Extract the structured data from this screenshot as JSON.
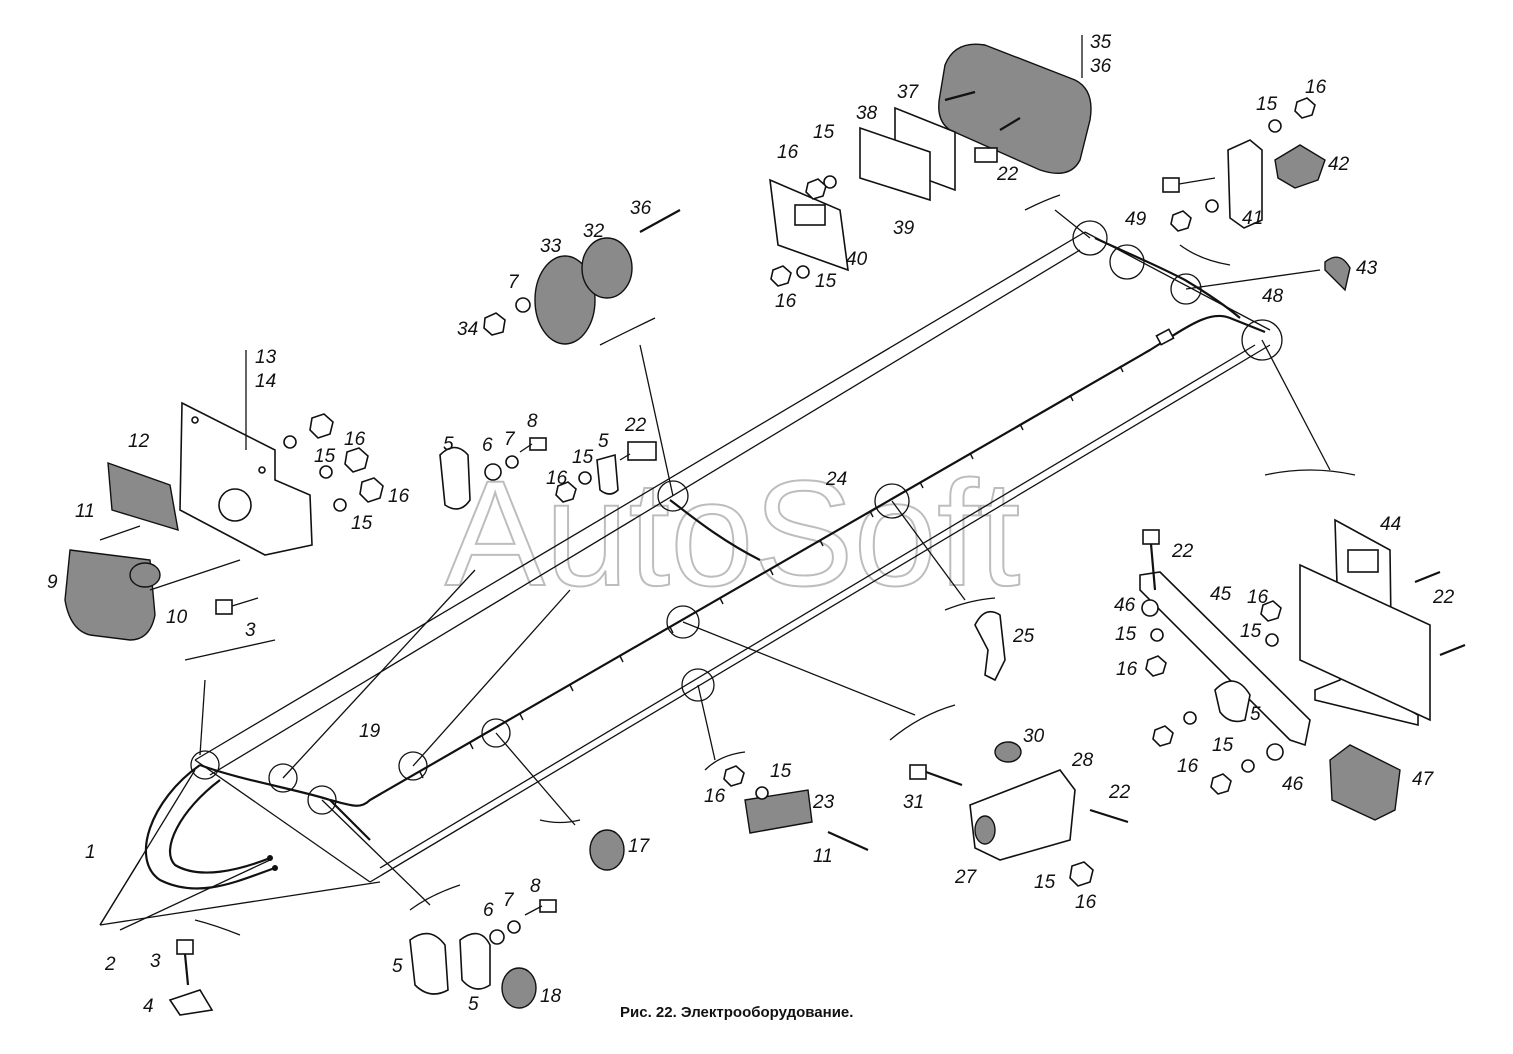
{
  "watermark": "AutoSoft",
  "caption": "Рис. 22. Электрооборудование.",
  "callouts": [
    {
      "id": "c1",
      "text": "1"
    },
    {
      "id": "c2",
      "text": "2"
    },
    {
      "id": "c3a",
      "text": "3"
    },
    {
      "id": "c3b",
      "text": "3"
    },
    {
      "id": "c4",
      "text": "4"
    },
    {
      "id": "c5a",
      "text": "5"
    },
    {
      "id": "c5b",
      "text": "5"
    },
    {
      "id": "c5c",
      "text": "5"
    },
    {
      "id": "c5d",
      "text": "5"
    },
    {
      "id": "c5e",
      "text": "5"
    },
    {
      "id": "c6a",
      "text": "6"
    },
    {
      "id": "c6b",
      "text": "6"
    },
    {
      "id": "c7a",
      "text": "7"
    },
    {
      "id": "c7b",
      "text": "7"
    },
    {
      "id": "c7c",
      "text": "7"
    },
    {
      "id": "c8a",
      "text": "8"
    },
    {
      "id": "c8b",
      "text": "8"
    },
    {
      "id": "c9",
      "text": "9"
    },
    {
      "id": "c10",
      "text": "10"
    },
    {
      "id": "c11a",
      "text": "11"
    },
    {
      "id": "c11b",
      "text": "11"
    },
    {
      "id": "c12",
      "text": "12"
    },
    {
      "id": "c13",
      "text": "13"
    },
    {
      "id": "c14",
      "text": "14"
    },
    {
      "id": "c15a",
      "text": "15"
    },
    {
      "id": "c15b",
      "text": "15"
    },
    {
      "id": "c15c",
      "text": "15"
    },
    {
      "id": "c15d",
      "text": "15"
    },
    {
      "id": "c15e",
      "text": "15"
    },
    {
      "id": "c15f",
      "text": "15"
    },
    {
      "id": "c15g",
      "text": "15"
    },
    {
      "id": "c15h",
      "text": "15"
    },
    {
      "id": "c15i",
      "text": "15"
    },
    {
      "id": "c15j",
      "text": "15"
    },
    {
      "id": "c15k",
      "text": "15"
    },
    {
      "id": "c16a",
      "text": "16"
    },
    {
      "id": "c16b",
      "text": "16"
    },
    {
      "id": "c16c",
      "text": "16"
    },
    {
      "id": "c16d",
      "text": "16"
    },
    {
      "id": "c16e",
      "text": "16"
    },
    {
      "id": "c16f",
      "text": "16"
    },
    {
      "id": "c16g",
      "text": "16"
    },
    {
      "id": "c16h",
      "text": "16"
    },
    {
      "id": "c16i",
      "text": "16"
    },
    {
      "id": "c16j",
      "text": "16"
    },
    {
      "id": "c16k",
      "text": "16"
    },
    {
      "id": "c17",
      "text": "17"
    },
    {
      "id": "c18",
      "text": "18"
    },
    {
      "id": "c19",
      "text": "19"
    },
    {
      "id": "c22a",
      "text": "22"
    },
    {
      "id": "c22b",
      "text": "22"
    },
    {
      "id": "c22c",
      "text": "22"
    },
    {
      "id": "c22d",
      "text": "22"
    },
    {
      "id": "c22e",
      "text": "22"
    },
    {
      "id": "c23",
      "text": "23"
    },
    {
      "id": "c24",
      "text": "24"
    },
    {
      "id": "c25",
      "text": "25"
    },
    {
      "id": "c27",
      "text": "27"
    },
    {
      "id": "c28",
      "text": "28"
    },
    {
      "id": "c30",
      "text": "30"
    },
    {
      "id": "c31",
      "text": "31"
    },
    {
      "id": "c32",
      "text": "32"
    },
    {
      "id": "c33",
      "text": "33"
    },
    {
      "id": "c34",
      "text": "34"
    },
    {
      "id": "c35",
      "text": "35"
    },
    {
      "id": "c36a",
      "text": "36"
    },
    {
      "id": "c36b",
      "text": "36"
    },
    {
      "id": "c37",
      "text": "37"
    },
    {
      "id": "c38",
      "text": "38"
    },
    {
      "id": "c39",
      "text": "39"
    },
    {
      "id": "c40",
      "text": "40"
    },
    {
      "id": "c41",
      "text": "41"
    },
    {
      "id": "c42",
      "text": "42"
    },
    {
      "id": "c43",
      "text": "43"
    },
    {
      "id": "c44",
      "text": "44"
    },
    {
      "id": "c45",
      "text": "45"
    },
    {
      "id": "c46a",
      "text": "46"
    },
    {
      "id": "c46b",
      "text": "46"
    },
    {
      "id": "c47",
      "text": "47"
    },
    {
      "id": "c48",
      "text": "48"
    },
    {
      "id": "c49",
      "text": "49"
    }
  ]
}
